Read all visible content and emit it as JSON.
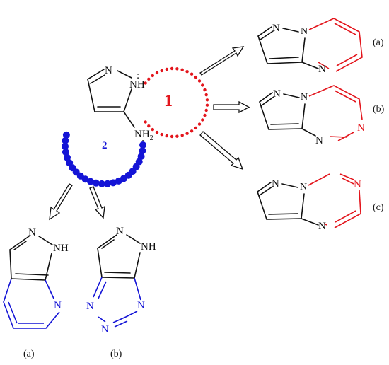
{
  "colors": {
    "black": "#111111",
    "red": "#e3151c",
    "blue": "#1414d6",
    "background": "#ffffff"
  },
  "center": {
    "n_label": "N",
    "nh_label": "NH",
    "nh2_label": "NH",
    "nh2_subscript": "2",
    "lone_pair": ":",
    "region_1_label": "1",
    "region_2_label": "2"
  },
  "products_right": [
    {
      "tag": "(a)",
      "atoms": [
        "N",
        "N",
        "N"
      ]
    },
    {
      "tag": "(b)",
      "atoms": [
        "N",
        "N",
        "N",
        "N"
      ]
    },
    {
      "tag": "(c)",
      "atoms": [
        "N",
        "N",
        "N",
        "N"
      ]
    }
  ],
  "products_bottom": [
    {
      "tag": "(a)",
      "atoms": [
        "N",
        "NH",
        "N"
      ]
    },
    {
      "tag": "(b)",
      "atoms": [
        "N",
        "NH",
        "N",
        "N"
      ]
    }
  ]
}
